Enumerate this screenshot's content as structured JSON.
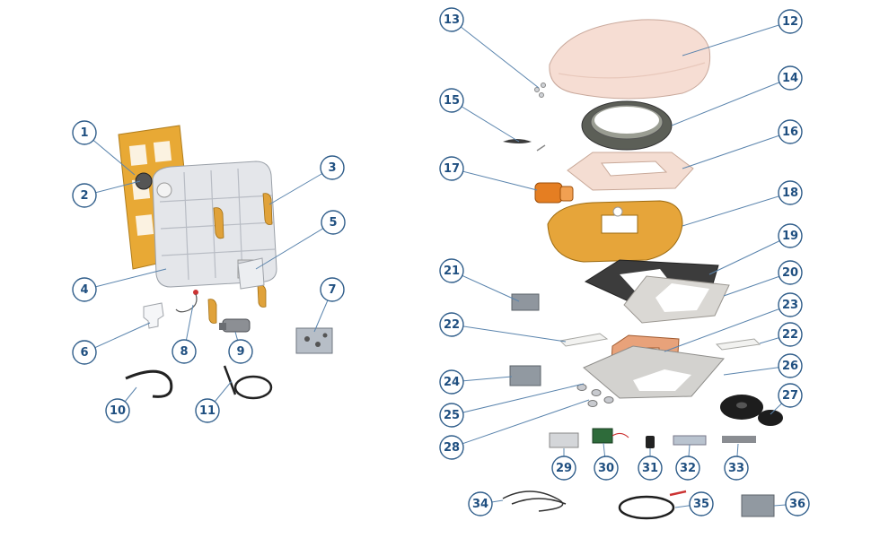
{
  "diagram": {
    "callouts": [
      "1",
      "2",
      "3",
      "4",
      "5",
      "6",
      "7",
      "8",
      "9",
      "10",
      "11",
      "12",
      "13",
      "14",
      "15",
      "16",
      "17",
      "18",
      "19",
      "20",
      "21",
      "22",
      "23",
      "22",
      "24",
      "25",
      "26",
      "27",
      "28",
      "29",
      "30",
      "31",
      "32",
      "33",
      "34",
      "35",
      "36"
    ]
  }
}
